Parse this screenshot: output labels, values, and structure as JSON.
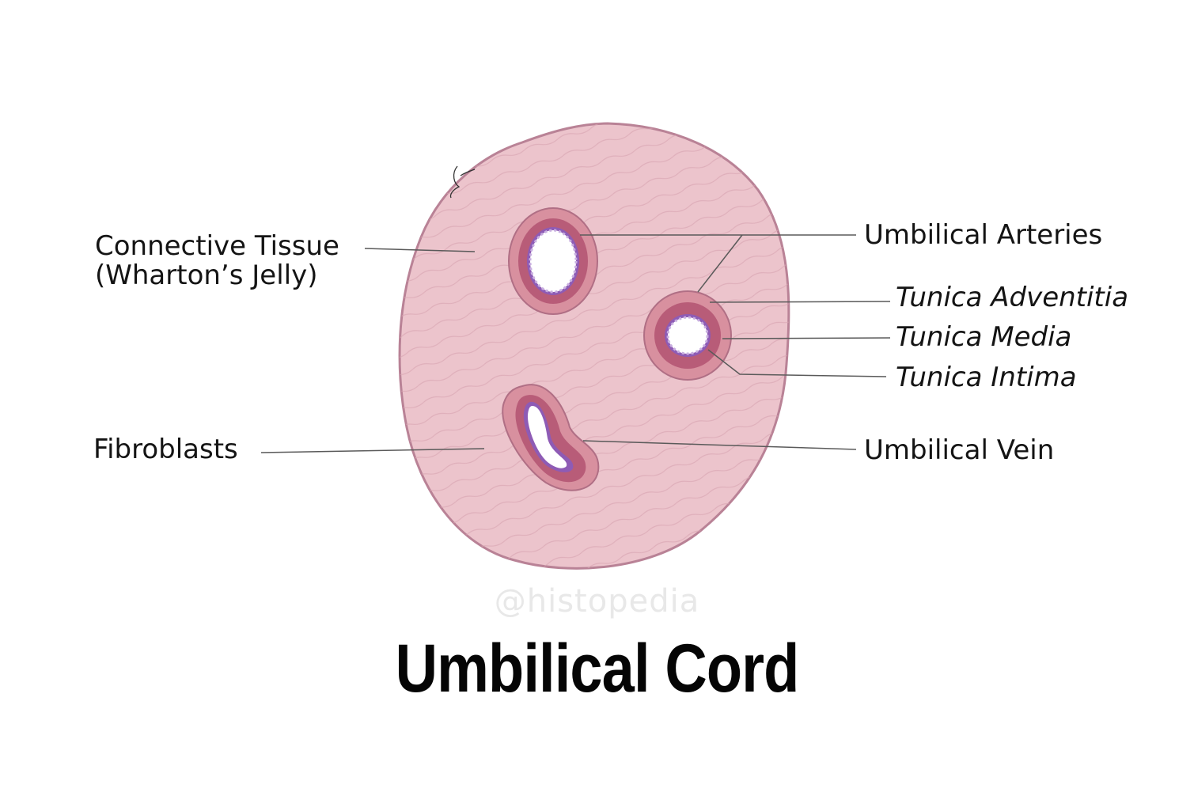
{
  "labels": {
    "connective_tissue_line1": "Connective Tissue",
    "connective_tissue_line2": "(Wharton’s Jelly)",
    "fibroblasts": "Fibroblasts",
    "umbilical_arteries": "Umbilical Arteries",
    "tunica_adventitia": "Tunica Adventitia",
    "tunica_media": "Tunica Media",
    "tunica_intima": "Tunica Intima",
    "umbilical_vein": "Umbilical Vein"
  },
  "watermark": "@histopedia",
  "title": "Umbilical Cord",
  "colors": {
    "tissue": "#ecc4cc",
    "tissue_outline": "#b98296",
    "adventitia": "#d8909f",
    "media": "#b85c78",
    "intima": "#8e5bb5",
    "lumen": "#ffffff",
    "leader_line": "#5a5a5a"
  }
}
